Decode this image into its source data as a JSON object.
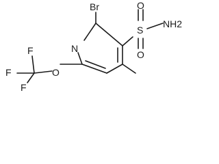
{
  "structure": {
    "atoms": {
      "bromine": "Br",
      "ring_nitrogen": "N",
      "sulfur": "S",
      "sulfonyl_oxygen_top": "O",
      "sulfonyl_oxygen_bottom": "O",
      "sulfonamide_nh2": "NH2",
      "ether_oxygen": "O",
      "fluorine_top": "F",
      "fluorine_left": "F",
      "fluorine_bottom": "F"
    }
  }
}
